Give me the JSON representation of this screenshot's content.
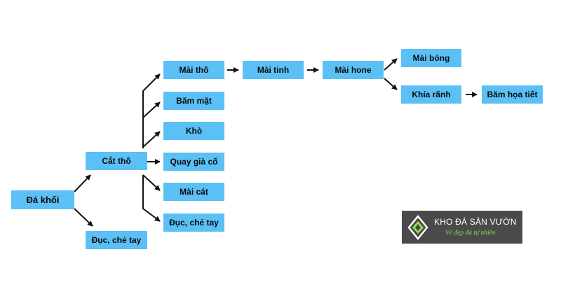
{
  "diagram": {
    "nodes": {
      "da_khoi": "Đá khối",
      "cat_tho": "Cắt thô",
      "duc_che_tay_main": "Đục, chẻ tay",
      "mai_tho": "Mài thô",
      "bam_mat": "Băm mặt",
      "kho": "Khò",
      "quay_gia_co": "Quay già cổ",
      "mai_cat": "Mài cát",
      "duc_che_tay_sub": "Đục, chẻ tay",
      "mai_tinh": "Mài tinh",
      "mai_hone": "Mài hone",
      "mai_bong": "Mài bóng",
      "khia_ranh": "Khía rãnh",
      "bam_hoa_tiet": "Băm họa tiết"
    }
  },
  "logo": {
    "title": "KHO ĐÁ SÂN VƯỜN",
    "tagline": "Vẻ đẹp đá tự nhiên",
    "colors": {
      "background": "#4a4a4a",
      "accent": "#8fe04a",
      "text": "#ffffff"
    }
  },
  "colors": {
    "node_fill": "#5bc0f5",
    "arrow": "#111111"
  }
}
